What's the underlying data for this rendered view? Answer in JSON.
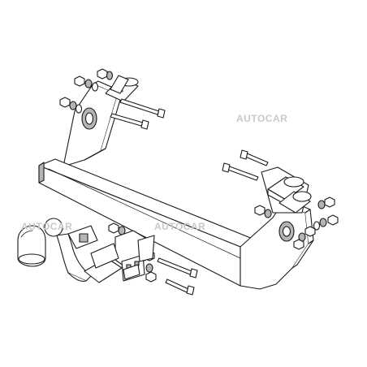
{
  "watermarks": [
    "AUTOCAR",
    "AUTOCAR",
    "AUTOCAR"
  ],
  "colors": {
    "background": "#ffffff",
    "line": "#1a1a1a",
    "shade": "#b5b5b5",
    "watermark": "#c9c9c9"
  }
}
